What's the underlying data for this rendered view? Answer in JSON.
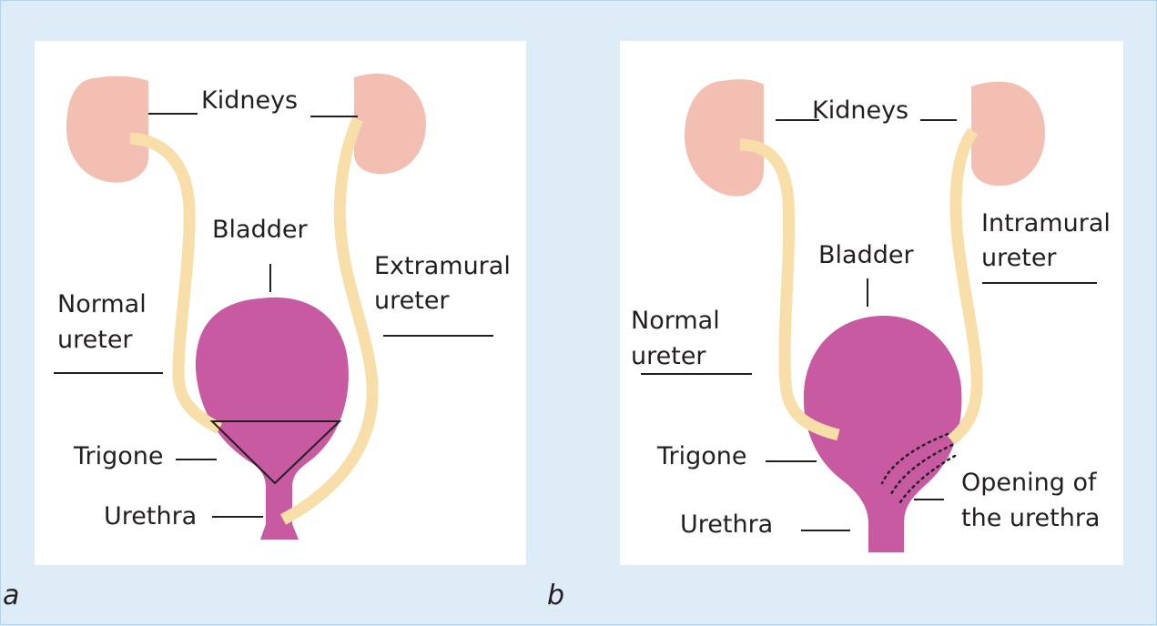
{
  "colors": {
    "background": "#deecf8",
    "panel": "#ffffff",
    "kidney": "#f2bfb2",
    "ureter": "#f8dfa9",
    "bladder": "#c75aa1",
    "outline": "#231f20"
  },
  "panels": [
    {
      "letter": "a",
      "labels": {
        "kidneys": "Kidneys",
        "bladder": "Bladder",
        "normal_ureter_1": "Normal",
        "normal_ureter_2": "ureter",
        "extramural_1": "Extramural",
        "extramural_2": "ureter",
        "trigone": "Trigone",
        "urethra": "Urethra"
      }
    },
    {
      "letter": "b",
      "labels": {
        "kidneys": "Kidneys",
        "bladder": "Bladder",
        "intramural_1": "Intramural",
        "intramural_2": "ureter",
        "normal_ureter_1": "Normal",
        "normal_ureter_2": "ureter",
        "trigone": "Trigone",
        "opening_1": "Opening of",
        "opening_2": "the urethra",
        "urethra": "Urethra"
      }
    }
  ]
}
